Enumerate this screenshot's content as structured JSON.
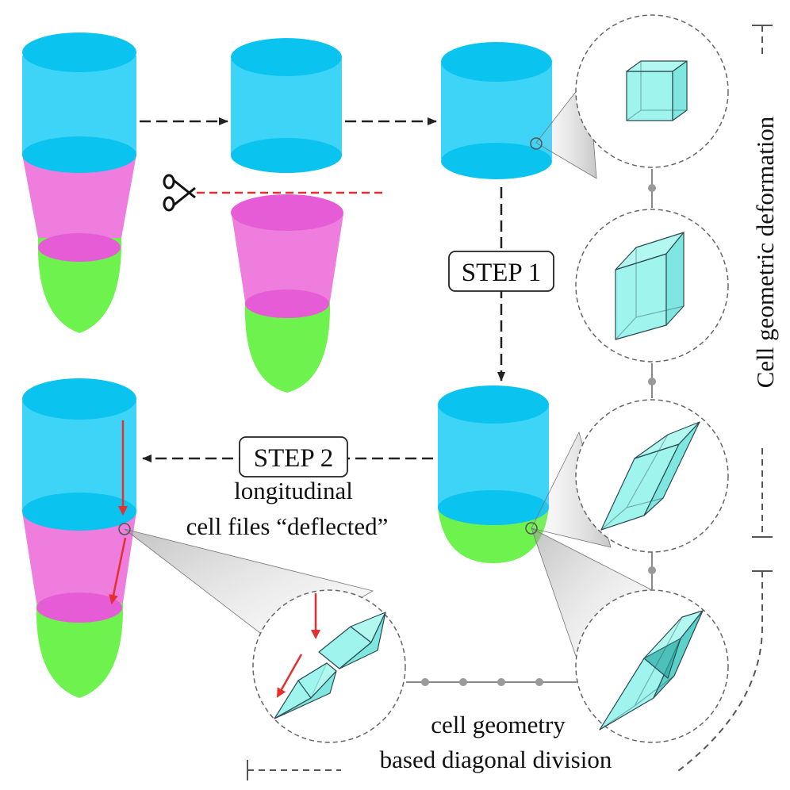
{
  "labels": {
    "step1": "STEP 1",
    "step2": "STEP 2",
    "step2_line1": "longitudinal",
    "step2_line2": "cell files “deflected”",
    "side_title": "Cell geometric deformation",
    "bottom_line1": "cell geometry",
    "bottom_line2": "based diagonal division"
  },
  "colors": {
    "cap_blue": "#0ac3ef",
    "body_blue": "#3dd4f8",
    "body_pink": "#ee7ddd",
    "band_pink": "#e65cd6",
    "tip_green": "#6ef24e",
    "cell_cyan": "#7ff0e8",
    "cell_stroke": "#2b4a52",
    "cut_line": "#e53030",
    "arrow_red": "#e53030",
    "dash_dark": "#222222",
    "connector_gray": "#888888"
  },
  "icons": [
    "scissors-icon"
  ]
}
